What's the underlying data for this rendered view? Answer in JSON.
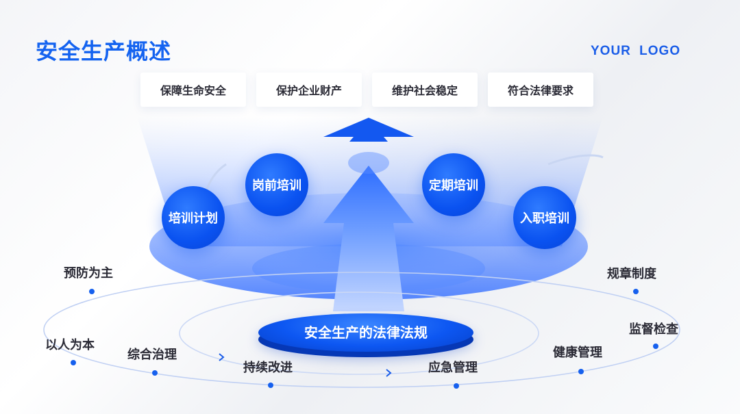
{
  "header": {
    "title": "安全生产概述",
    "logo": "YOUR  LOGO"
  },
  "goals": [
    "保障生命安全",
    "保护企业财产",
    "维护社会稳定",
    "符合法律要求"
  ],
  "training": [
    "培训计划",
    "岗前培训",
    "定期培训",
    "入职培训"
  ],
  "core": "安全生产的法律法规",
  "principles_left": [
    "预防为主",
    "以人为本",
    "综合治理",
    "持续改进"
  ],
  "principles_right": [
    "规章制度",
    "监督检查",
    "健康管理",
    "应急管理"
  ],
  "colors": {
    "accent": "#0a52f0",
    "title": "#1463f0",
    "text": "#2a2a35",
    "ring": "#c8d6f5"
  }
}
